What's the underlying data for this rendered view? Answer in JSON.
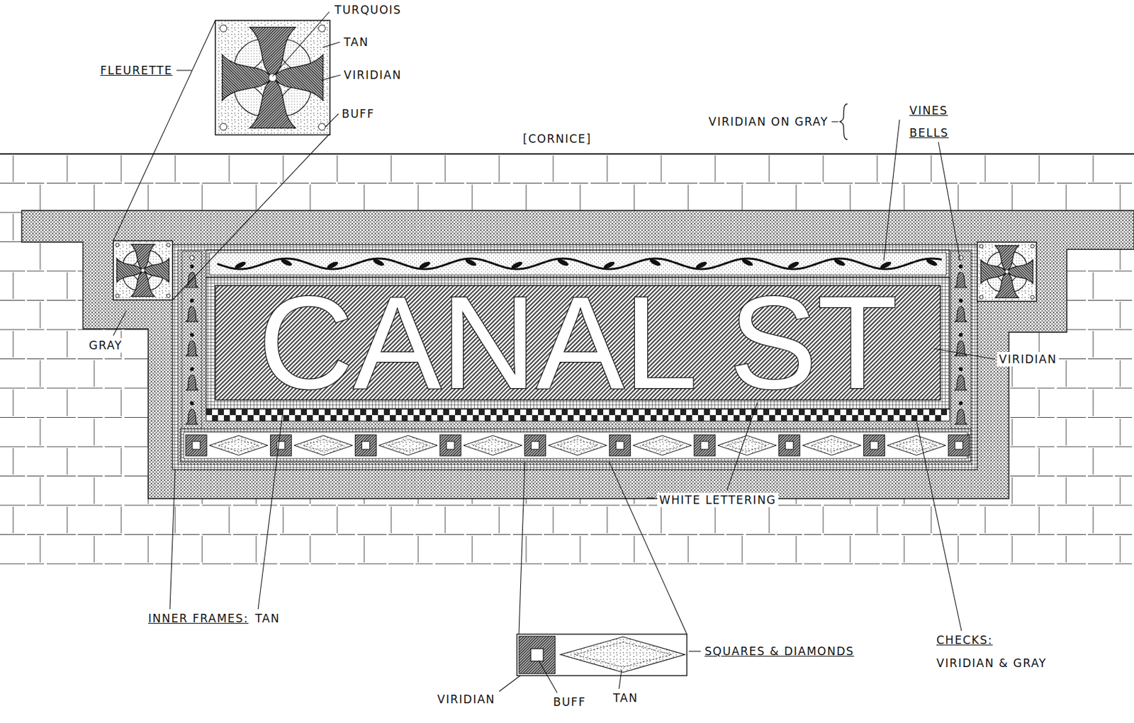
{
  "diagram": {
    "nodes": [
      {
        "text": [
          "CANAL ST"
        ]
      }
    ],
    "labels": [
      "TURQUOIS",
      "TAN",
      "FLEURETTE",
      "VIRIDIAN",
      "BUFF",
      "VIRIDIAN ON GRAY",
      "VINES",
      "BELLS",
      "[CORNICE]",
      "GRAY",
      "VIRIDIAN",
      "WHITE LETTERING",
      "INNER FRAMES:",
      "TAN",
      "SQUARES & DIAMONDS",
      "CHECKS:",
      "VIRIDIAN & GRAY",
      "VIRIDIAN",
      "BUFF",
      "TAN"
    ]
  }
}
